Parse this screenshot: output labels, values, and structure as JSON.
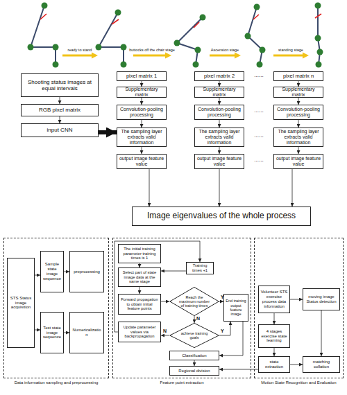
{
  "diagram": {
    "nodes": [
      {
        "text": [
          "Shooting status images at equal intervals"
        ]
      },
      {
        "text": [
          "RGB pixel matrix"
        ]
      },
      {
        "text": [
          "input CNN"
        ]
      },
      {
        "text": [
          "pixel matrix 1"
        ]
      },
      {
        "text": [
          "Supplementary matrix"
        ]
      },
      {
        "text": [
          "Convolution-pooling processing"
        ]
      },
      {
        "text": [
          "The sampling layer extracts valid information"
        ]
      },
      {
        "text": [
          "output image feature value"
        ]
      },
      {
        "text": [
          "pixel matrix 2"
        ]
      },
      {
        "text": [
          "Supplementary matrix"
        ]
      },
      {
        "text": [
          "Convolution-pooling processing"
        ]
      },
      {
        "text": [
          "The sampling layer extracts valid information"
        ]
      },
      {
        "text": [
          "output image feature value"
        ]
      },
      {
        "text": [
          "pixel matrix n"
        ]
      },
      {
        "text": [
          "Supplementary matrix"
        ]
      },
      {
        "text": [
          "Convolution-pooling processing"
        ]
      },
      {
        "text": [
          "The sampling layer extracts valid information"
        ]
      },
      {
        "text": [
          "output image feature value"
        ]
      },
      {
        "text": [
          "Image eigenvalues of the whole process"
        ]
      },
      {
        "text": [
          "Data information sampling and preprocessing"
        ]
      },
      {
        "text": [
          "STS Status image acquisition"
        ],
        "in": 19
      },
      {
        "text": [
          "Sample state image sequence"
        ],
        "in": 19
      },
      {
        "text": [
          "Test state image sequence"
        ],
        "in": 19
      },
      {
        "text": [
          "preprocessing"
        ],
        "in": 19
      },
      {
        "text": [
          "Numericalization"
        ],
        "in": 19
      },
      {
        "text": [
          "Feature point extraction"
        ]
      },
      {
        "text": [
          "The initial training parameter training times is 1"
        ],
        "in": 25
      },
      {
        "text": [
          "Select part of state image data at the same stage"
        ],
        "in": 25
      },
      {
        "text": [
          "Forward propagation to obtain initial feature points"
        ],
        "in": 25
      },
      {
        "text": [
          "Update parameter values via backpropagation"
        ],
        "in": 25
      },
      {
        "text": [
          "Training times +1"
        ],
        "in": 25
      },
      {
        "text": [
          "Reach the maximum number of training times"
        ],
        "in": 25
      },
      {
        "text": [
          "achieve training goals"
        ],
        "in": 25
      },
      {
        "text": [
          "End training output feature image"
        ],
        "in": 25
      },
      {
        "text": [
          "Classification"
        ],
        "in": 25
      },
      {
        "text": [
          "Regional division"
        ],
        "in": 25
      },
      {
        "text": [
          "Motion State Recognition and Evaluation"
        ]
      },
      {
        "text": [
          "Volunteer STS exercise process data information"
        ],
        "in": 36
      },
      {
        "text": [
          "moving image Status detection"
        ],
        "in": 36
      },
      {
        "text": [
          "4 stages exercise state learning"
        ],
        "in": 36
      },
      {
        "text": [
          "state extraction"
        ],
        "in": 36
      },
      {
        "text": [
          "matching collation"
        ],
        "in": 36
      }
    ],
    "edges": [
      {
        "from": 0,
        "to": 1,
        "arrow": "to"
      },
      {
        "from": 1,
        "to": 2,
        "arrow": "to"
      },
      {
        "from": 2,
        "to": 6,
        "arrow": "to"
      },
      {
        "from": 3,
        "to": 4,
        "arrow": "to"
      },
      {
        "from": 4,
        "to": 5,
        "arrow": "to"
      },
      {
        "from": 5,
        "to": 6,
        "arrow": "to"
      },
      {
        "from": 6,
        "to": 7,
        "arrow": "to"
      },
      {
        "from": 8,
        "to": 9,
        "arrow": "to"
      },
      {
        "from": 9,
        "to": 10,
        "arrow": "to"
      },
      {
        "from": 10,
        "to": 11,
        "arrow": "to"
      },
      {
        "from": 11,
        "to": 12,
        "arrow": "to"
      },
      {
        "from": 13,
        "to": 14,
        "arrow": "to"
      },
      {
        "from": 14,
        "to": 15,
        "arrow": "to"
      },
      {
        "from": 15,
        "to": 16,
        "arrow": "to"
      },
      {
        "from": 16,
        "to": 17,
        "arrow": "to"
      },
      {
        "from": 7,
        "to": 18,
        "arrow": "to"
      },
      {
        "from": 12,
        "to": 18,
        "arrow": "to"
      },
      {
        "from": 17,
        "to": 18,
        "arrow": "to"
      },
      {
        "from": 20,
        "to": 21,
        "arrow": "to"
      },
      {
        "from": 20,
        "to": 22,
        "arrow": "to"
      },
      {
        "from": 21,
        "to": 23,
        "arrow": "to"
      },
      {
        "from": 22,
        "to": 24,
        "arrow": "to"
      },
      {
        "from": 26,
        "to": 27,
        "arrow": "to"
      },
      {
        "from": 27,
        "to": 28,
        "arrow": "to"
      },
      {
        "from": 28,
        "to": 31,
        "arrow": "to"
      },
      {
        "from": 31,
        "to": 33,
        "arrow": "to",
        "label": "Y"
      },
      {
        "from": 31,
        "to": 32,
        "arrow": "to",
        "label": "N"
      },
      {
        "from": 32,
        "to": 33,
        "arrow": "to",
        "label": "Y"
      },
      {
        "from": 32,
        "to": 29,
        "arrow": "to",
        "label": "N"
      },
      {
        "from": 29,
        "to": 30,
        "arrow": "to"
      },
      {
        "from": 30,
        "to": 27,
        "arrow": "to"
      },
      {
        "from": 33,
        "to": 34,
        "arrow": "to"
      },
      {
        "from": 34,
        "to": 35,
        "arrow": "to"
      },
      {
        "from": 40,
        "to": 35,
        "arrow": "to"
      },
      {
        "from": 37,
        "to": 38,
        "arrow": "to"
      },
      {
        "from": 37,
        "to": 39,
        "arrow": "to"
      },
      {
        "from": 39,
        "to": 40,
        "arrow": "to"
      },
      {
        "from": 40,
        "to": 41,
        "arrow": "to"
      },
      {
        "from": 38,
        "to": 41,
        "arrow": "to"
      }
    ],
    "labels": [
      "ready to stand",
      "buttocks off the chair stage",
      "Ascension stage",
      "standing stage",
      "......",
      "......",
      "......",
      "......"
    ]
  }
}
